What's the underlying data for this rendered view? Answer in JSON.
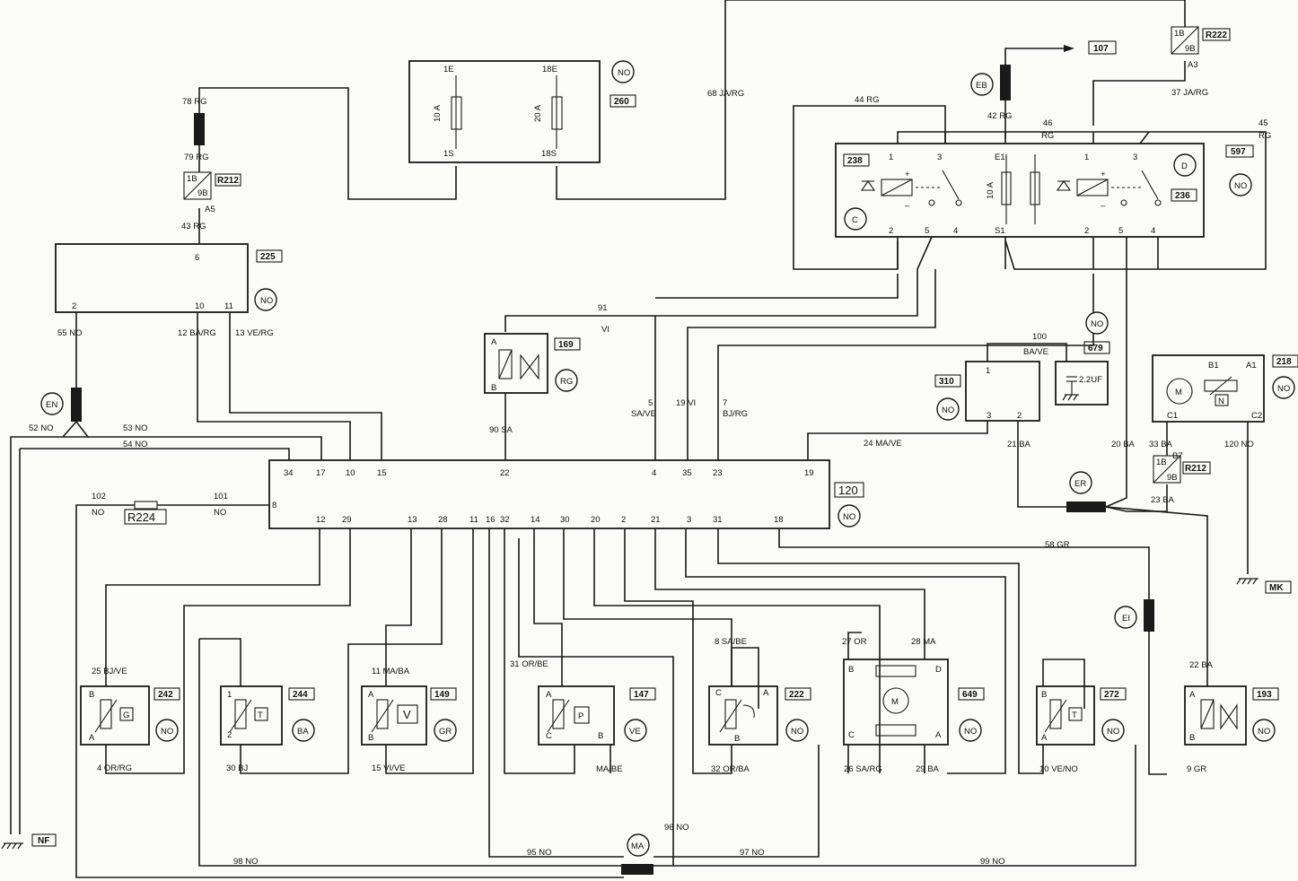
{
  "components": {
    "c260": {
      "ref": "260",
      "zone": "NO",
      "pin_top_left": "1E",
      "pin_top_right": "18E",
      "pin_bot_left": "1S",
      "pin_bot_right": "18S",
      "fuse_left": "10 A",
      "fuse_right": "20 A"
    },
    "c225": {
      "ref": "225",
      "zone": "NO",
      "pin_top": "6",
      "pin_b1": "2",
      "pin_b2": "10",
      "pin_b3": "11"
    },
    "r212a": {
      "ref": "R212",
      "p1": "1B",
      "p2": "9B",
      "pin": "A5"
    },
    "r212b": {
      "ref": "R212",
      "p1": "1B",
      "p2": "9B",
      "pin": "B7"
    },
    "r222": {
      "ref": "R222",
      "p1": "1B",
      "p2": "9B",
      "pin": "A3"
    },
    "r224": {
      "ref": "R224"
    },
    "c169": {
      "ref": "169",
      "zone": "RG",
      "pa": "A",
      "pb": "B"
    },
    "c120": {
      "ref": "120",
      "zone": "NO",
      "top_pins": [
        "34",
        "17",
        "10",
        "15",
        "22",
        "4",
        "35",
        "23",
        "19"
      ],
      "left_pin": "8",
      "bottom_pins": [
        "12",
        "29",
        "13",
        "28",
        "11",
        "16",
        "32",
        "14",
        "30",
        "20",
        "2",
        "21",
        "3",
        "31",
        "18"
      ]
    },
    "c597": {
      "ref": "597",
      "zone": "NO",
      "relay_c": "C",
      "relay_d": "D",
      "r238": "238",
      "r236": "236",
      "p1": "1",
      "p3": "3",
      "pE1": "E1",
      "pS1": "S1",
      "p2": "2",
      "p5": "5",
      "p4": "4",
      "fuse": "10 A",
      "plus": "+",
      "minus": "–"
    },
    "c310": {
      "ref": "310",
      "zone": "NO",
      "p1": "1",
      "p3": "3",
      "p2": "2"
    },
    "c679": {
      "ref": "679",
      "zone": "NO",
      "cap": "2.2UF"
    },
    "c218": {
      "ref": "218",
      "zone": "NO",
      "pB1": "B1",
      "pA1": "A1",
      "pC1": "C1",
      "pC2": "C2",
      "motor": "M",
      "n": "N"
    },
    "c242": {
      "ref": "242",
      "zone": "NO",
      "pB": "B",
      "pA": "A",
      "sym": "G"
    },
    "c244": {
      "ref": "244",
      "zone": "BA",
      "p1": "1",
      "p2": "2",
      "sym": "T"
    },
    "c149": {
      "ref": "149",
      "zone": "GR",
      "pA": "A",
      "pB": "B",
      "sym": "V"
    },
    "c147": {
      "ref": "147",
      "zone": "VE",
      "pA": "A",
      "pC": "C",
      "pB": "B",
      "sym": "P"
    },
    "c222": {
      "ref": "222",
      "zone": "NO",
      "pC": "C",
      "pA": "A",
      "pB": "B"
    },
    "c649": {
      "ref": "649",
      "zone": "NO",
      "pB": "B",
      "pD": "D",
      "pC": "C",
      "pA": "A",
      "motor": "M"
    },
    "c272": {
      "ref": "272",
      "zone": "NO",
      "pB": "B",
      "pA": "A",
      "sym": "T"
    },
    "c193": {
      "ref": "193",
      "zone": "NO",
      "pA": "A",
      "pB": "B"
    }
  },
  "references": {
    "ref107": "107",
    "nf": "NF",
    "mk": "MK"
  },
  "junctions": {
    "eb": "EB",
    "en": "EN",
    "er": "ER",
    "ei": "EI",
    "ma": "MA"
  },
  "wires": {
    "w78": "78  RG",
    "w79": "79  RG",
    "w43": "43  RG",
    "w68": "68  JA/RG",
    "w55": "55  NO",
    "w12": "12\nBA/RG",
    "w13": "13\nVE/RG",
    "w52": "52   NO",
    "w53": "53   NO",
    "w54": "54   NO",
    "w91": "91",
    "wVI": "VI",
    "w90": "90   SA",
    "w5": "5",
    "w5c": "SA/VE",
    "w19": "19  VI",
    "w7": "7",
    "w7c": "BJ/RG",
    "w44": "44 RG",
    "w42": "42  RG",
    "w37": "37  JA/RG",
    "w46": "46",
    "w46c": "RG",
    "w45": "45",
    "w45c": "RG",
    "w100": "100",
    "w100c": "BA/VE",
    "w24": "24  MA/VE",
    "w21": "21  BA",
    "w20": "20  BA",
    "w33": "33  BA",
    "w120": "120   NO",
    "w23": "23  BA",
    "w102": "102",
    "w102c": "NO",
    "w101": "101",
    "w101c": "NO",
    "w58": "58  GR",
    "w25": "25  BJ/VE",
    "w4": "4  OR/RG",
    "w30": "30  BJ",
    "w11": "11  MA/BA",
    "w15": "15  VI/VE",
    "w31": "31  OR/BE",
    "wMABE": "MA/BE",
    "w8": "8  SA/BE",
    "w32": "32  OR/BA",
    "w27": "27  OR",
    "w28": "28  MA",
    "w26": "26  SA/RG",
    "w29": "29  BA",
    "w10": "10  VE/NO",
    "w22": "22  BA",
    "w9": "9  GR",
    "w98": "98  NO",
    "w95": "95  NO",
    "w96": "96  NO",
    "w97": "97  NO",
    "w99": "99  NO"
  }
}
